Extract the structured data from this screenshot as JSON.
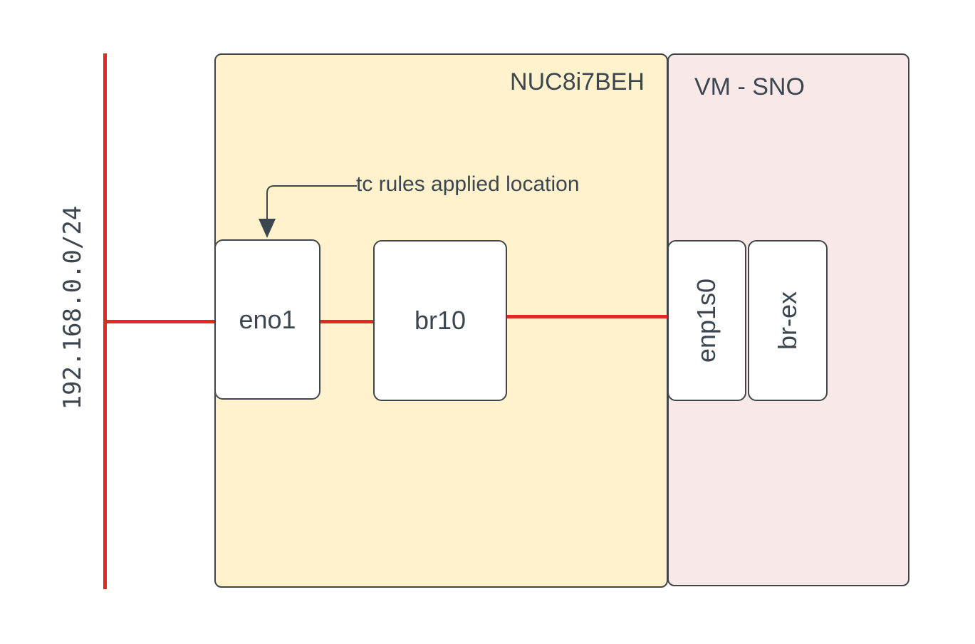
{
  "colors": {
    "background": "#ffffff",
    "host_fill": "#fff2cc",
    "vm_fill": "#f9e8e8",
    "box_fill": "#ffffff",
    "border": "#3f4549",
    "text": "#3c4650",
    "network_line": "#e02a23",
    "annotation": "#3c4650"
  },
  "network": {
    "cidr": "192.168.0.0/24"
  },
  "host": {
    "label": "NUC8i7BEH"
  },
  "vm": {
    "label": "VM - SNO"
  },
  "nodes": {
    "eno1": {
      "label": "eno1"
    },
    "br10": {
      "label": "br10"
    },
    "enp1s0": {
      "label": "enp1s0"
    },
    "br_ex": {
      "label": "br-ex"
    }
  },
  "annotation": {
    "label": "tc rules applied location"
  }
}
